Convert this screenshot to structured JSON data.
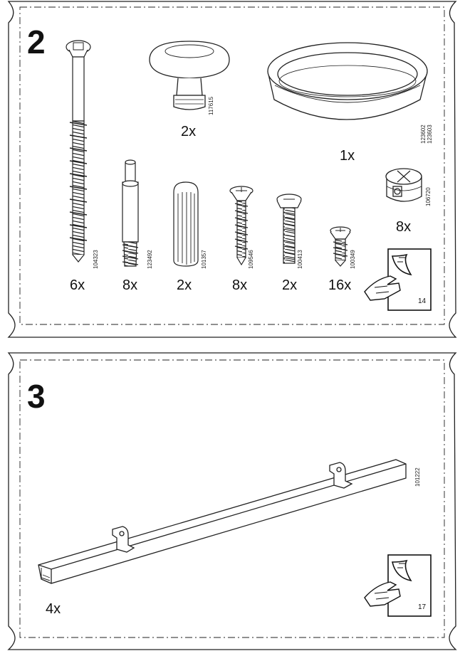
{
  "panels": [
    {
      "step": "2",
      "page_ref": "14",
      "parts": [
        {
          "id": "104323",
          "qty": "6x",
          "icon": "long-screw-icon"
        },
        {
          "id": "123492",
          "qty": "8x",
          "icon": "cam-bolt-icon"
        },
        {
          "id": "101357",
          "qty": "2x",
          "icon": "wooden-dowel-icon"
        },
        {
          "id": "109546",
          "qty": "8x",
          "icon": "wood-screw-icon"
        },
        {
          "id": "100413",
          "qty": "2x",
          "icon": "machine-screw-icon"
        },
        {
          "id": "100349",
          "qty": "16x",
          "icon": "short-screw-icon"
        },
        {
          "id": "117615",
          "qty": "2x",
          "icon": "knob-icon"
        },
        {
          "id": "123602\n123603",
          "id_a": "123602",
          "id_b": "123603",
          "qty": "1x",
          "icon": "ring-icon"
        },
        {
          "id": "106720",
          "qty": "8x",
          "icon": "cam-lock-icon"
        }
      ]
    },
    {
      "step": "3",
      "page_ref": "17",
      "parts": [
        {
          "id": "101222",
          "qty": "4x",
          "icon": "rail-bracket-icon"
        }
      ]
    }
  ]
}
